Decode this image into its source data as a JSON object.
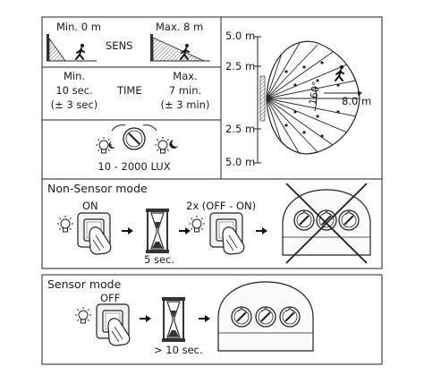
{
  "sens": {
    "min_label": "Min. 0 m",
    "label": "SENS",
    "max_label": "Max. 8 m"
  },
  "time": {
    "min_label": "Min.",
    "min_value": "10 sec.",
    "min_tol": "(± 3 sec)",
    "label": "TIME",
    "max_label": "Max.",
    "max_value": "7 min.",
    "max_tol": "(± 3 min)"
  },
  "lux": {
    "range": "10 - 2000 LUX"
  },
  "range_diagram": {
    "top_outer": "5.0 m",
    "top_inner": "2.5 m",
    "bottom_inner": "2.5 m",
    "bottom_outer": "5.0 m",
    "angle": "160°",
    "reach": "8.0 m"
  },
  "non_sensor_mode": {
    "title": "Non-Sensor mode",
    "switch_label": "ON",
    "wait_label": "5 sec.",
    "toggle_label": "2x (OFF - ON)"
  },
  "sensor_mode": {
    "title": "Sensor mode",
    "switch_label": "OFF",
    "wait_label": "> 10 sec."
  },
  "icons": [
    "walking-person-icon",
    "bulb-icon",
    "sun-icon",
    "moon-icon",
    "hourglass-icon",
    "hand-press-icon",
    "arrow-icon",
    "cross-icon",
    "sensor-dial-icon"
  ]
}
